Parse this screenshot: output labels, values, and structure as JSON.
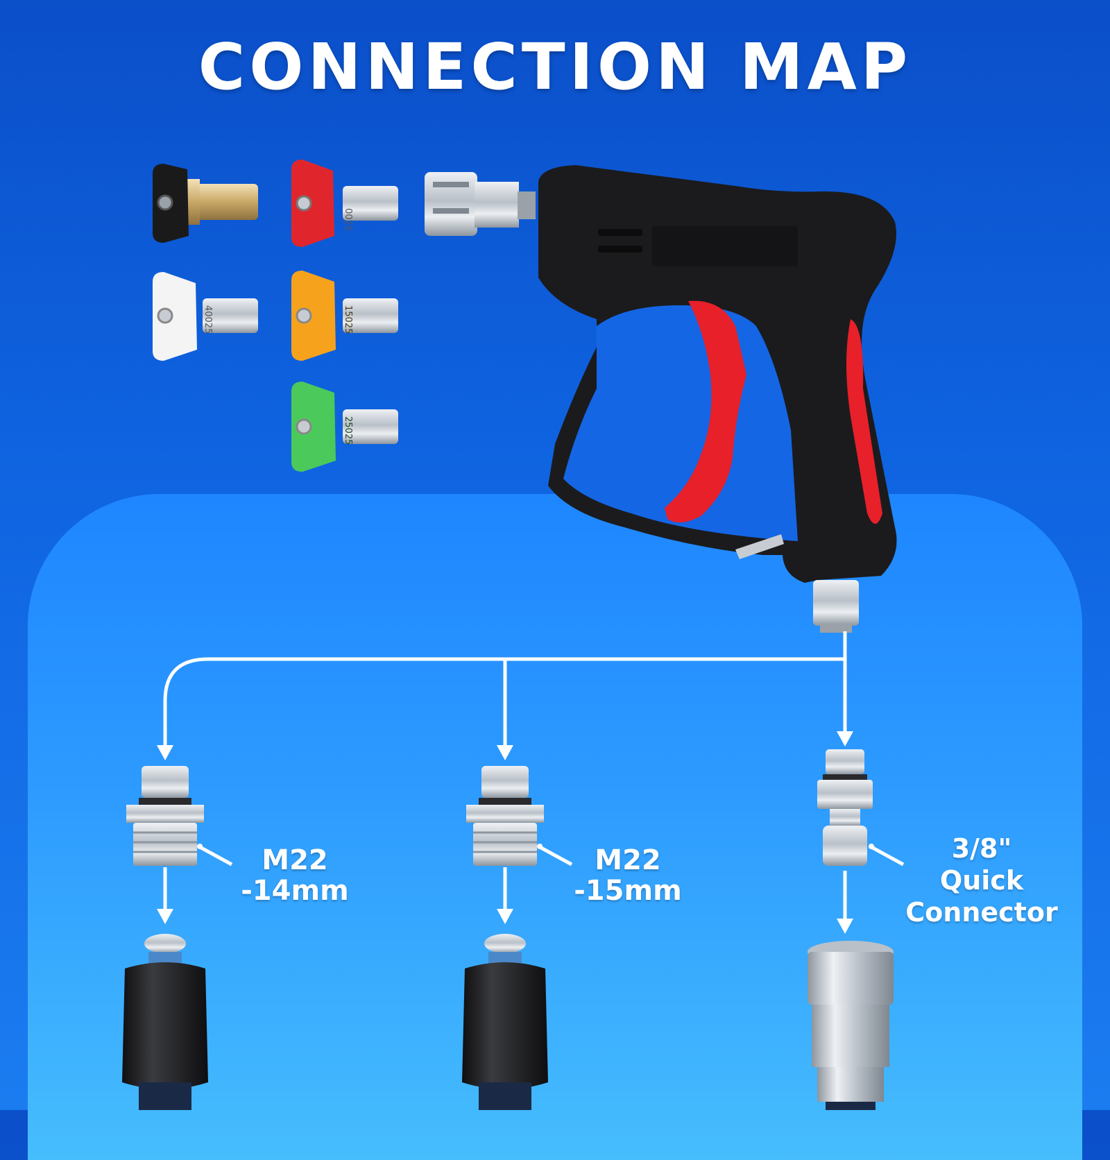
{
  "title": "CONNECTION MAP",
  "colors": {
    "background": "#0f63e0",
    "panel": "#2d9bff",
    "line": "#ffffff",
    "gun_body": "#1b1b1d",
    "trigger": "#e8202a",
    "metal": "#c7ccd2"
  },
  "nozzles": [
    {
      "color": "#1a1a1a",
      "name": "black-nozzle"
    },
    {
      "color": "#e0262c",
      "name": "red-nozzle",
      "code": "0025"
    },
    {
      "color": "#f4f4f4",
      "name": "white-nozzle",
      "code": "40025"
    },
    {
      "color": "#f7a21d",
      "name": "yellow-nozzle",
      "code": "15025"
    },
    {
      "color": "#4cc95b",
      "name": "green-nozzle",
      "code": "25025"
    }
  ],
  "connectors": [
    {
      "line1": "M22",
      "line2": "-14mm"
    },
    {
      "line1": "M22",
      "line2": "-15mm"
    },
    {
      "line1": "3/8\"",
      "line2": "Quick",
      "line3": "Connector"
    }
  ]
}
